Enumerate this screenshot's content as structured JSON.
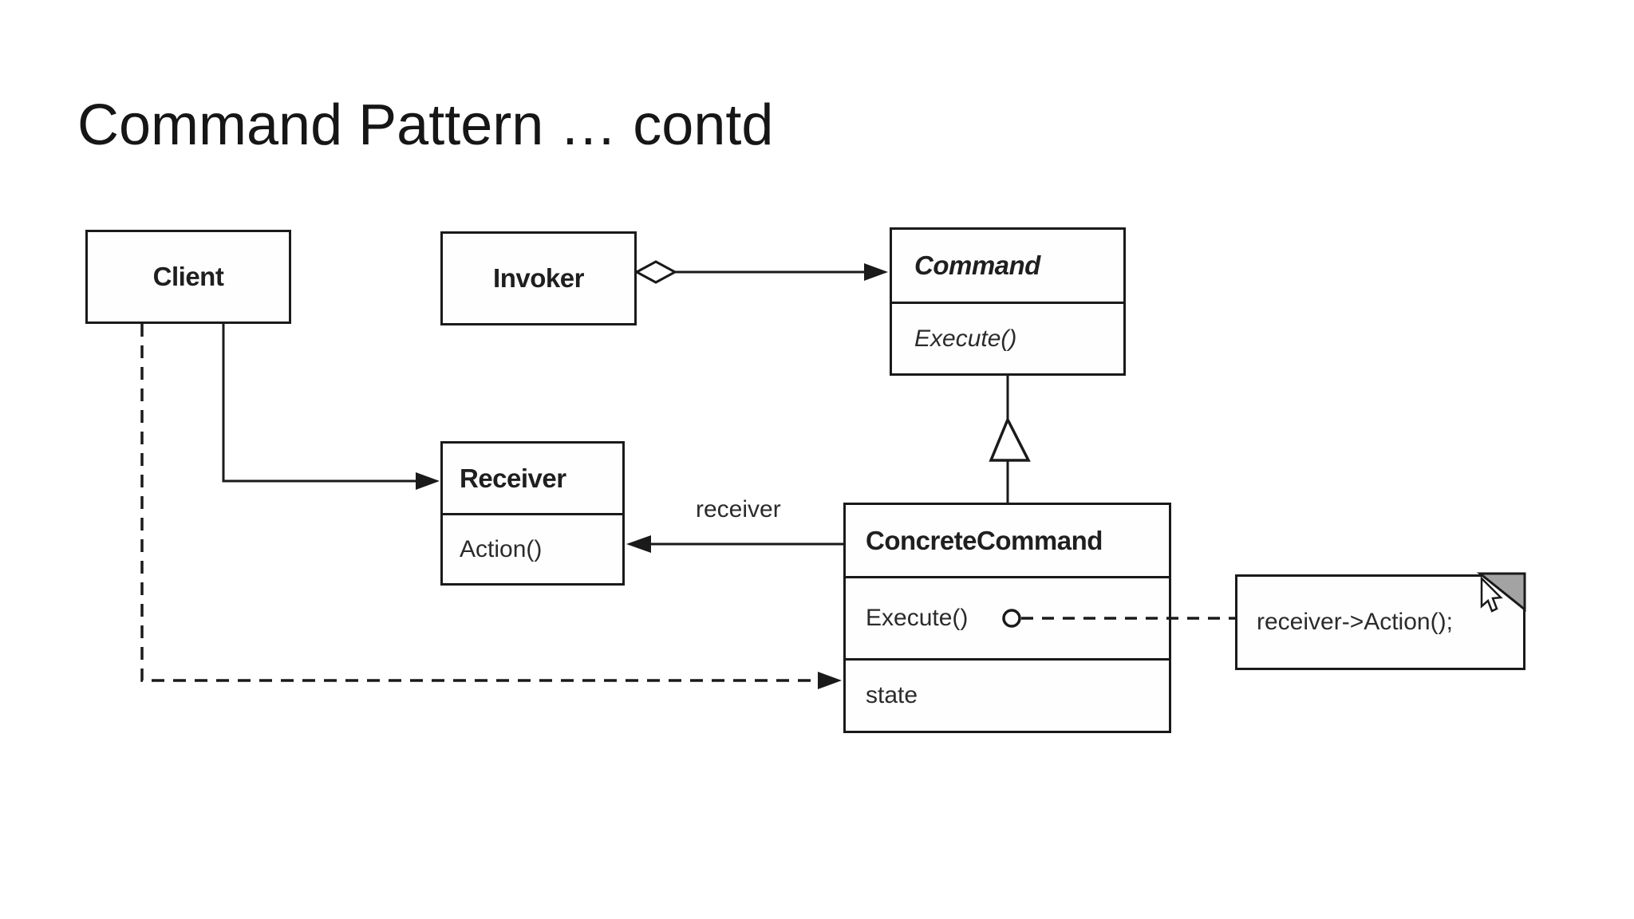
{
  "slide": {
    "title": "Command Pattern … contd"
  },
  "colors": {
    "background": "#ffffff",
    "line": "#1a1a1a",
    "text": "#1f1f1f",
    "note_fold": "#a3a3a3"
  },
  "classes": {
    "client": {
      "name": "Client"
    },
    "invoker": {
      "name": "Invoker"
    },
    "command": {
      "name": "Command",
      "methods": [
        "Execute()"
      ]
    },
    "receiver": {
      "name": "Receiver",
      "methods": [
        "Action()"
      ]
    },
    "concrete_command": {
      "name": "ConcreteCommand",
      "methods": [
        "Execute()"
      ],
      "attributes": [
        "state"
      ]
    }
  },
  "note": {
    "text": "receiver->Action();"
  },
  "edges": {
    "invoker_to_command": {
      "type": "aggregation"
    },
    "concrete_to_command": {
      "type": "inheritance"
    },
    "concrete_to_receiver": {
      "type": "association",
      "label": "receiver"
    },
    "client_to_receiver": {
      "type": "association"
    },
    "client_to_concrete_state": {
      "type": "dashed-dependency"
    },
    "execute_to_note": {
      "type": "note-anchor"
    }
  }
}
